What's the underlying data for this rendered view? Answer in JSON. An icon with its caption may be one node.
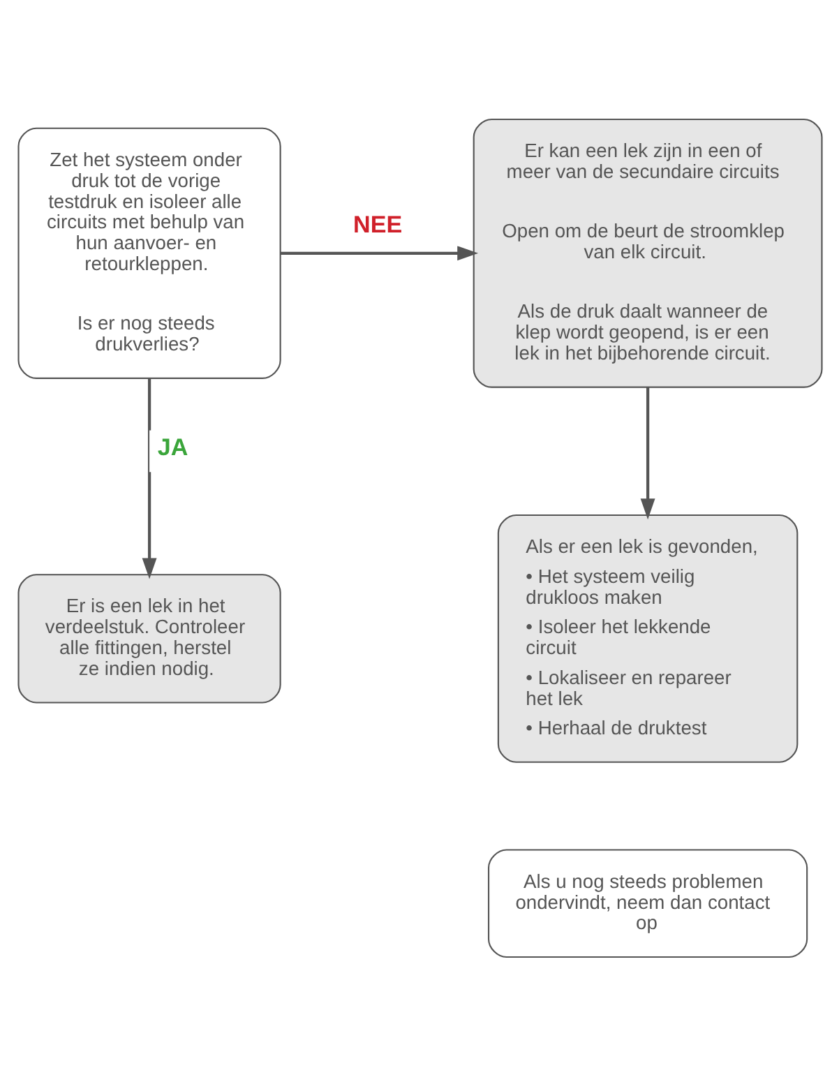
{
  "diagram": {
    "nodes": [
      {
        "text": [
          "Zet het systeem onder druk tot de vorige testdruk en isoleer alle circuits met behulp van hun aanvoer- en retourkleppen.",
          "Is er nog steeds drukverlies?"
        ]
      },
      {
        "text": [
          "Er kan een lek zijn in een of meer van de secundaire circuits",
          "Open om de beurt de stroomklep van elk circuit.",
          "Als de druk daalt wanneer de klep wordt geopend, is er een lek in het bijbehorende circuit."
        ]
      },
      {
        "text": [
          "Er is een lek in het verdeelstuk. Controleer alle fittingen, herstel ze indien nodig."
        ]
      },
      {
        "text": [
          "Als er een lek is gevonden,",
          "• Het systeem veilig drukloos maken",
          "• Isoleer het lekkende circuit",
          "• Lokaliseer en repareer het lek",
          "• Herhaal de druktest"
        ]
      },
      {
        "text": [
          "Als u nog steeds problemen ondervindt, neem dan contact op"
        ]
      }
    ],
    "edges": [
      {
        "from": 0,
        "to": 1,
        "arrow": "to",
        "label": "NEE"
      },
      {
        "from": 0,
        "to": 2,
        "arrow": "to",
        "label": "JA"
      },
      {
        "from": 1,
        "to": 3,
        "arrow": "to"
      }
    ]
  }
}
